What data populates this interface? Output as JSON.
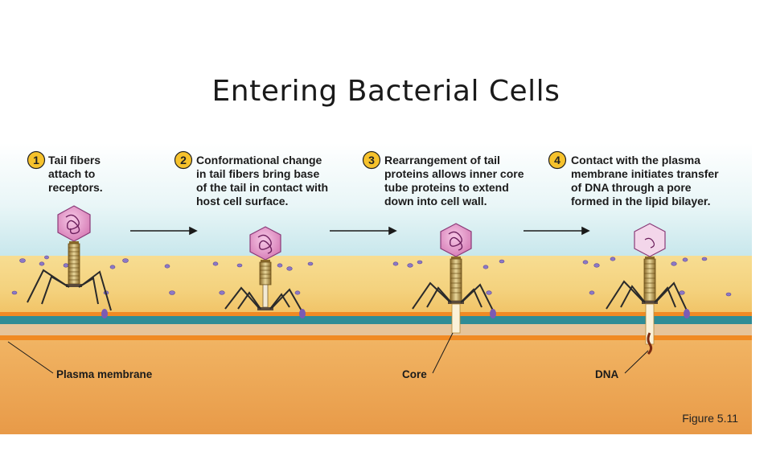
{
  "title": "Entering Bacterial Cells",
  "figure_caption": "Figure 5.11",
  "steps": [
    {
      "number": "1",
      "lines": [
        "Tail fibers",
        "attach to",
        "receptors."
      ]
    },
    {
      "number": "2",
      "lines": [
        "Conformational change",
        "in tail fibers bring base",
        "of the tail in contact with",
        "host cell surface."
      ]
    },
    {
      "number": "3",
      "lines": [
        "Rearrangement of tail",
        "proteins allows inner core",
        "tube proteins to extend",
        "down into cell wall."
      ]
    },
    {
      "number": "4",
      "lines": [
        "Contact with the plasma",
        "membrane initiates transfer",
        "of DNA through a pore",
        "formed in the lipid bilayer."
      ]
    }
  ],
  "labels": {
    "plasma_membrane": "Plasma membrane",
    "core": "Core",
    "dna": "DNA"
  },
  "colors": {
    "step_circle": "#f6c22c",
    "capsid": "#e7a2cf",
    "dna_strand": "#6b1f5c",
    "cell_wall": "#f3cf78",
    "membrane_teal": "#2f8c96",
    "membrane_orange": "#f08a24",
    "cytoplasm": "#eea45a",
    "receptor": "#7a5bb5",
    "sky": "#d4eef2"
  }
}
